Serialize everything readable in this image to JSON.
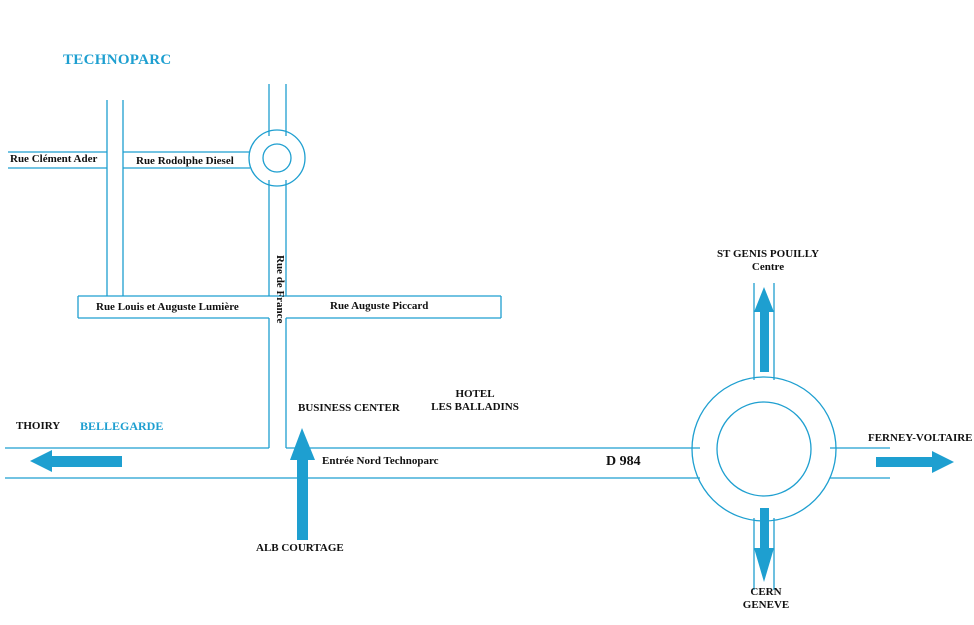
{
  "title": "TECHNOPARC",
  "colors": {
    "road": "#1e9fd0",
    "arrow": "#1e9fd0",
    "text": "#111111",
    "accent_text": "#1e9fd0"
  },
  "streets": {
    "clement_ader": "Rue Clément Ader",
    "rodolphe_diesel": "Rue Rodolphe Diesel",
    "rue_de_france": "Rue de France",
    "lumiere": "Rue Louis et Auguste Lumière",
    "piccard": "Rue Auguste Piccard"
  },
  "places": {
    "business_center": "BUSINESS CENTER",
    "hotel_line1": "HOTEL",
    "hotel_line2": "LES BALLADINS",
    "entree_nord": "Entrée Nord Technoparc",
    "alb_courtage": "ALB COURTAGE"
  },
  "road": {
    "name": "D 984"
  },
  "destinations": {
    "thoiry": "THOIRY",
    "bellegarde": "BELLEGARDE",
    "st_genis_line1": "ST GENIS POUILLY",
    "st_genis_line2": "Centre",
    "ferney": "FERNEY-VOLTAIRE",
    "cern_line1": "CERN",
    "cern_line2": "GENEVE"
  },
  "icons": [
    "arrow-left-icon",
    "arrow-right-icon",
    "arrow-up-icon",
    "arrow-down-icon",
    "roundabout-icon"
  ]
}
